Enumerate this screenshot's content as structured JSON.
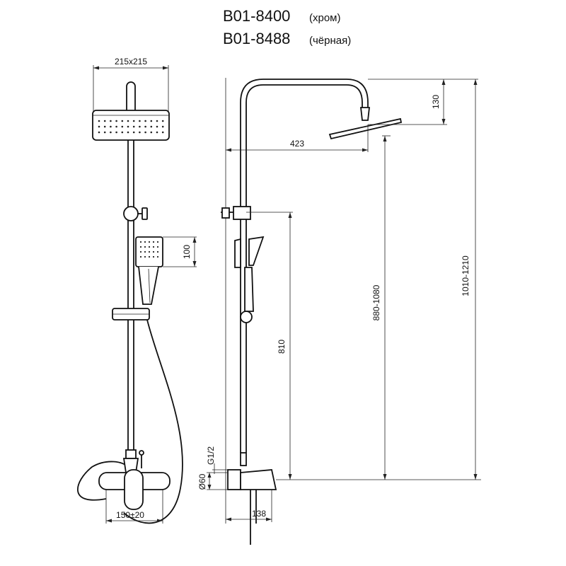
{
  "header": {
    "models": [
      {
        "code": "B01-8400",
        "finish": "(хром)"
      },
      {
        "code": "B01-8488",
        "finish": "(чёрная)"
      }
    ]
  },
  "dimensions": {
    "head_size": "215x215",
    "hand_shower": "100",
    "mixer_spacing": "150±20",
    "arm_reach": "423",
    "head_drop": "130",
    "total_height": "1010-1210",
    "holder_height": "880-1080",
    "slider_height": "810",
    "thread": "G1/2",
    "flange": "Ø60",
    "mixer_depth": "138"
  }
}
